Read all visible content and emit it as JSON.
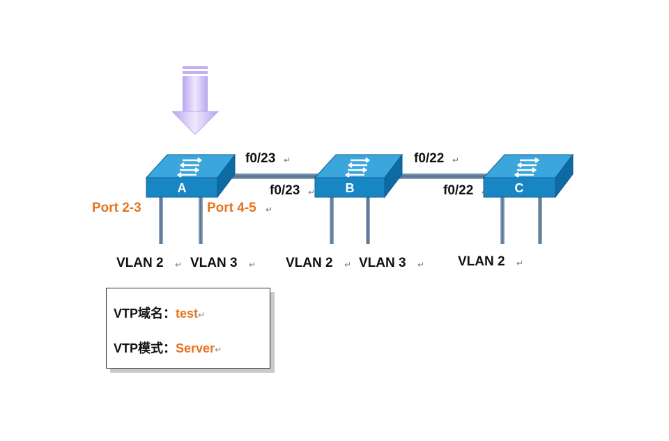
{
  "switches": [
    {
      "id": "A",
      "label": "A"
    },
    {
      "id": "B",
      "label": "B"
    },
    {
      "id": "C",
      "label": "C"
    }
  ],
  "ports": {
    "a_b_top": "f0/23",
    "a_b_bottom": "f0/23",
    "b_c_top": "f0/22",
    "b_c_bottom": "f0/22"
  },
  "port_groups": {
    "a_left": "Port 2-3",
    "a_right": "Port 4-5"
  },
  "vlans": {
    "a_left": "VLAN 2",
    "a_right": "VLAN 3",
    "b_left": "VLAN 2",
    "b_right": "VLAN 3",
    "c_left": "VLAN 2"
  },
  "vtp": {
    "domain_label": "VTP域名：",
    "domain_value": "test",
    "mode_label": "VTP模式：",
    "mode_value": "Server"
  },
  "colors": {
    "switch_top": "#3aa6dc",
    "switch_front": "#1986c4",
    "switch_side": "#0e6aa3",
    "link": "#5f7f9a",
    "arrow": "#c7b5f2",
    "orange": "#e8731c"
  }
}
